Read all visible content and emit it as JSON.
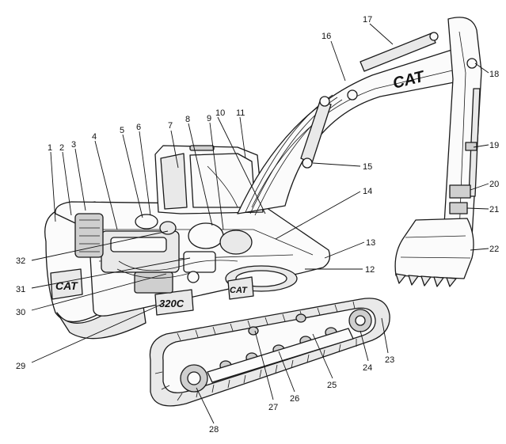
{
  "diagram": {
    "brand_text": "CAT",
    "model_text": "320C",
    "callouts": [
      {
        "num": "1"
      },
      {
        "num": "2"
      },
      {
        "num": "3"
      },
      {
        "num": "4"
      },
      {
        "num": "5"
      },
      {
        "num": "6"
      },
      {
        "num": "7"
      },
      {
        "num": "8"
      },
      {
        "num": "9"
      },
      {
        "num": "10"
      },
      {
        "num": "11"
      },
      {
        "num": "12"
      },
      {
        "num": "13"
      },
      {
        "num": "14"
      },
      {
        "num": "15"
      },
      {
        "num": "16"
      },
      {
        "num": "17"
      },
      {
        "num": "18"
      },
      {
        "num": "19"
      },
      {
        "num": "20"
      },
      {
        "num": "21"
      },
      {
        "num": "22"
      },
      {
        "num": "23"
      },
      {
        "num": "24"
      },
      {
        "num": "25"
      },
      {
        "num": "26"
      },
      {
        "num": "27"
      },
      {
        "num": "28"
      },
      {
        "num": "29"
      },
      {
        "num": "30"
      },
      {
        "num": "31"
      },
      {
        "num": "32"
      }
    ]
  }
}
